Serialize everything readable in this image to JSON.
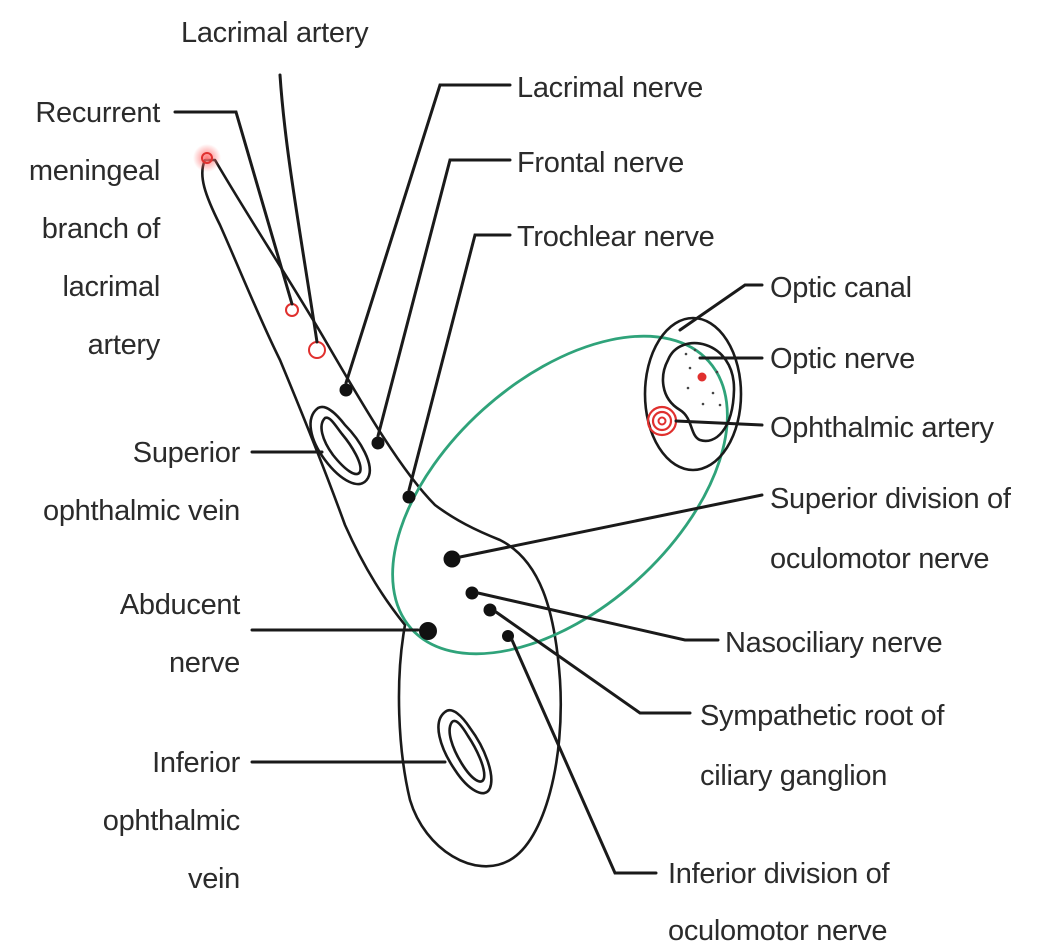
{
  "colors": {
    "outline": "#1a1a1a",
    "text": "#2b2b2b",
    "artery_red": "#e0302e",
    "tendinous_ring_green": "#2fa37a"
  },
  "labels": {
    "lacrimal_artery": "Lacrimal artery",
    "recurrent_meningeal": [
      "Recurrent",
      "meningeal",
      "branch of",
      "lacrimal",
      "artery"
    ],
    "lacrimal_nerve": "Lacrimal nerve",
    "frontal_nerve": "Frontal nerve",
    "trochlear_nerve": "Trochlear nerve",
    "optic_canal": "Optic canal",
    "optic_nerve": "Optic nerve",
    "ophthalmic_artery": "Ophthalmic artery",
    "superior_ophthalmic_vein": [
      "Superior",
      "ophthalmic vein"
    ],
    "superior_division": [
      "Superior division of",
      "oculomotor nerve"
    ],
    "abducent_nerve": [
      "Abducent",
      "nerve"
    ],
    "nasociliary_nerve": "Nasociliary nerve",
    "sympathetic_root": [
      "Sympathetic root of",
      "ciliary ganglion"
    ],
    "inferior_ophthalmic_vein": [
      "Inferior",
      "ophthalmic",
      "vein"
    ],
    "inferior_division": [
      "Inferior division of",
      "oculomotor nerve"
    ]
  }
}
